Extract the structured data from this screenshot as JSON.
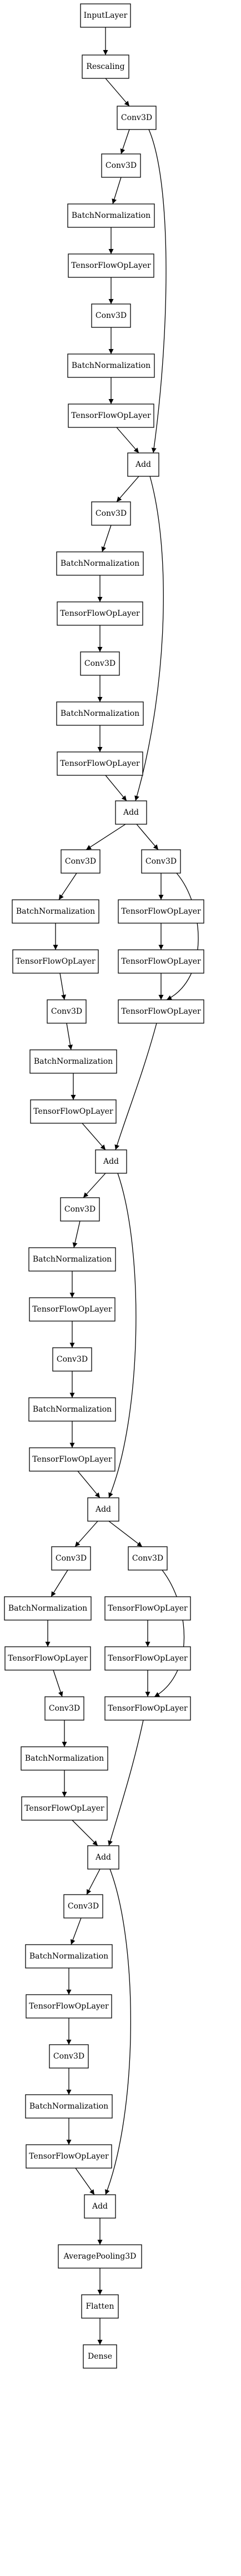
{
  "graph": {
    "nodes": [
      {
        "id": "n0",
        "label": "InputLayer"
      },
      {
        "id": "n1",
        "label": "Rescaling"
      },
      {
        "id": "n2",
        "label": "Conv3D"
      },
      {
        "id": "n3",
        "label": "Conv3D"
      },
      {
        "id": "n4",
        "label": "BatchNormalization"
      },
      {
        "id": "n5",
        "label": "TensorFlowOpLayer"
      },
      {
        "id": "n6",
        "label": "Conv3D"
      },
      {
        "id": "n7",
        "label": "BatchNormalization"
      },
      {
        "id": "n8",
        "label": "TensorFlowOpLayer"
      },
      {
        "id": "n9",
        "label": "Add"
      },
      {
        "id": "n10",
        "label": "Conv3D"
      },
      {
        "id": "n11",
        "label": "BatchNormalization"
      },
      {
        "id": "n12",
        "label": "TensorFlowOpLayer"
      },
      {
        "id": "n13",
        "label": "Conv3D"
      },
      {
        "id": "n14",
        "label": "BatchNormalization"
      },
      {
        "id": "n15",
        "label": "TensorFlowOpLayer"
      },
      {
        "id": "n16",
        "label": "Add"
      },
      {
        "id": "n17",
        "label": "Conv3D"
      },
      {
        "id": "n18",
        "label": "Conv3D"
      },
      {
        "id": "n19",
        "label": "BatchNormalization"
      },
      {
        "id": "n20",
        "label": "TensorFlowOpLayer"
      },
      {
        "id": "n21",
        "label": "TensorFlowOpLayer"
      },
      {
        "id": "n22",
        "label": "TensorFlowOpLayer"
      },
      {
        "id": "n23",
        "label": "Conv3D"
      },
      {
        "id": "n24",
        "label": "TensorFlowOpLayer"
      },
      {
        "id": "n25",
        "label": "BatchNormalization"
      },
      {
        "id": "n26",
        "label": "TensorFlowOpLayer"
      },
      {
        "id": "n27",
        "label": "Add"
      },
      {
        "id": "n28",
        "label": "Conv3D"
      },
      {
        "id": "n29",
        "label": "BatchNormalization"
      },
      {
        "id": "n30",
        "label": "TensorFlowOpLayer"
      },
      {
        "id": "n31",
        "label": "Conv3D"
      },
      {
        "id": "n32",
        "label": "BatchNormalization"
      },
      {
        "id": "n33",
        "label": "TensorFlowOpLayer"
      },
      {
        "id": "n34",
        "label": "Add"
      },
      {
        "id": "n35",
        "label": "Conv3D"
      },
      {
        "id": "n36",
        "label": "Conv3D"
      },
      {
        "id": "n37",
        "label": "BatchNormalization"
      },
      {
        "id": "n38",
        "label": "TensorFlowOpLayer"
      },
      {
        "id": "n39",
        "label": "TensorFlowOpLayer"
      },
      {
        "id": "n40",
        "label": "TensorFlowOpLayer"
      },
      {
        "id": "n41",
        "label": "Conv3D"
      },
      {
        "id": "n42",
        "label": "TensorFlowOpLayer"
      },
      {
        "id": "n43",
        "label": "BatchNormalization"
      },
      {
        "id": "n44",
        "label": "TensorFlowOpLayer"
      },
      {
        "id": "n45",
        "label": "Add"
      },
      {
        "id": "n46",
        "label": "Conv3D"
      },
      {
        "id": "n47",
        "label": "BatchNormalization"
      },
      {
        "id": "n48",
        "label": "TensorFlowOpLayer"
      },
      {
        "id": "n49",
        "label": "Conv3D"
      },
      {
        "id": "n50",
        "label": "BatchNormalization"
      },
      {
        "id": "n51",
        "label": "TensorFlowOpLayer"
      },
      {
        "id": "n52",
        "label": "Add"
      },
      {
        "id": "n53",
        "label": "AveragePooling3D"
      },
      {
        "id": "n54",
        "label": "Flatten"
      },
      {
        "id": "n55",
        "label": "Dense"
      }
    ],
    "edges": [
      [
        "n0",
        "n1"
      ],
      [
        "n1",
        "n2"
      ],
      [
        "n2",
        "n3"
      ],
      [
        "n3",
        "n4"
      ],
      [
        "n4",
        "n5"
      ],
      [
        "n5",
        "n6"
      ],
      [
        "n6",
        "n7"
      ],
      [
        "n7",
        "n8"
      ],
      [
        "n8",
        "n9"
      ],
      [
        "n2",
        "n9"
      ],
      [
        "n9",
        "n10"
      ],
      [
        "n10",
        "n11"
      ],
      [
        "n11",
        "n12"
      ],
      [
        "n12",
        "n13"
      ],
      [
        "n13",
        "n14"
      ],
      [
        "n14",
        "n15"
      ],
      [
        "n15",
        "n16"
      ],
      [
        "n9",
        "n16"
      ],
      [
        "n16",
        "n17"
      ],
      [
        "n16",
        "n18"
      ],
      [
        "n17",
        "n19"
      ],
      [
        "n19",
        "n20"
      ],
      [
        "n20",
        "n23"
      ],
      [
        "n23",
        "n25"
      ],
      [
        "n25",
        "n26"
      ],
      [
        "n26",
        "n27"
      ],
      [
        "n18",
        "n21"
      ],
      [
        "n21",
        "n22"
      ],
      [
        "n22",
        "n24"
      ],
      [
        "n18",
        "n24"
      ],
      [
        "n24",
        "n27"
      ],
      [
        "n27",
        "n28"
      ],
      [
        "n28",
        "n29"
      ],
      [
        "n29",
        "n30"
      ],
      [
        "n30",
        "n31"
      ],
      [
        "n31",
        "n32"
      ],
      [
        "n32",
        "n33"
      ],
      [
        "n33",
        "n34"
      ],
      [
        "n27",
        "n34"
      ],
      [
        "n34",
        "n35"
      ],
      [
        "n34",
        "n36"
      ],
      [
        "n35",
        "n37"
      ],
      [
        "n37",
        "n38"
      ],
      [
        "n38",
        "n41"
      ],
      [
        "n41",
        "n43"
      ],
      [
        "n43",
        "n44"
      ],
      [
        "n44",
        "n45"
      ],
      [
        "n36",
        "n39"
      ],
      [
        "n39",
        "n40"
      ],
      [
        "n40",
        "n42"
      ],
      [
        "n36",
        "n42"
      ],
      [
        "n42",
        "n45"
      ],
      [
        "n45",
        "n46"
      ],
      [
        "n46",
        "n47"
      ],
      [
        "n47",
        "n48"
      ],
      [
        "n48",
        "n49"
      ],
      [
        "n49",
        "n50"
      ],
      [
        "n50",
        "n51"
      ],
      [
        "n51",
        "n52"
      ],
      [
        "n45",
        "n52"
      ],
      [
        "n52",
        "n53"
      ],
      [
        "n53",
        "n54"
      ],
      [
        "n54",
        "n55"
      ]
    ]
  }
}
